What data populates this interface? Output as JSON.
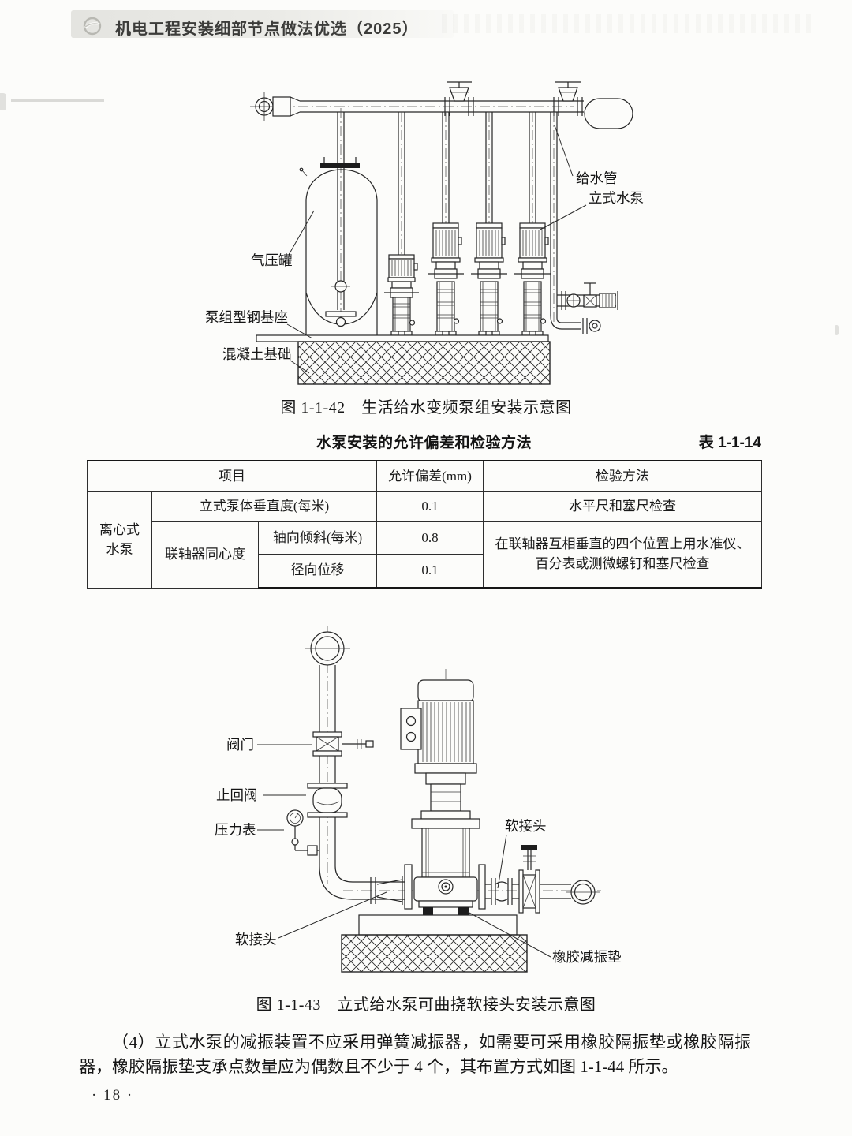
{
  "header": {
    "title": "机电工程安装细部节点做法优选（2025）"
  },
  "figure_1": {
    "caption": "图 1-1-42　生活给水变频泵组安装示意图",
    "labels": {
      "water_supply_pipe": "给水管",
      "vertical_pump": "立式水泵",
      "air_pressure_tank": "气压罐",
      "pump_steel_base": "泵组型钢基座",
      "concrete_foundation": "混凝土基础"
    }
  },
  "table": {
    "title": "水泵安装的允许偏差和检验方法",
    "number": "表 1-1-14",
    "headers": [
      "项目",
      "允许偏差(mm)",
      "检验方法"
    ],
    "category": "离心式水泵",
    "rows": [
      {
        "item": "立式泵体垂直度(每米)",
        "deviation": "0.1",
        "method": "水平尺和塞尺检查"
      },
      {
        "group": "联轴器同心度",
        "item": "轴向倾斜(每米)",
        "deviation": "0.8",
        "method": "在联轴器互相垂直的四个位置上用水准仪、百分表或测微螺钉和塞尺检查"
      },
      {
        "item": "径向位移",
        "deviation": "0.1"
      }
    ]
  },
  "figure_2": {
    "caption": "图 1-1-43　立式给水泵可曲挠软接头安装示意图",
    "labels": {
      "valve": "阀门",
      "check_valve": "止回阀",
      "pressure_gauge": "压力表",
      "flexible_joint_upper": "软接头",
      "flexible_joint_lower": "软接头",
      "rubber_damping_pad": "橡胶减振垫"
    }
  },
  "paragraph": {
    "text": "（4）立式水泵的减振装置不应采用弹簧减振器，如需要可采用橡胶隔振垫或橡胶隔振器，橡胶隔振垫支承点数量应为偶数且不少于 4 个，其布置方式如图 1-1-44 所示。"
  },
  "page_number": "· 18 ·"
}
